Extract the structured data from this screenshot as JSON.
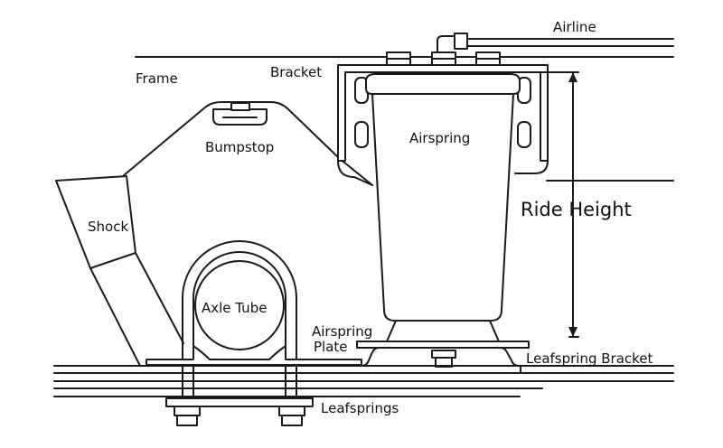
{
  "labels": {
    "airline": "Airline",
    "frame": "Frame",
    "bracket": "Bracket",
    "bumpstop": "Bumpstop",
    "airspring": "Airspring",
    "ride_height": "Ride Height",
    "shock": "Shock",
    "axle_tube": "Axle Tube",
    "airspring_plate_line1": "Airspring",
    "airspring_plate_line2": "Plate",
    "leafspring_bracket": "Leafspring Bracket",
    "leafsprings": "Leafsprings"
  }
}
